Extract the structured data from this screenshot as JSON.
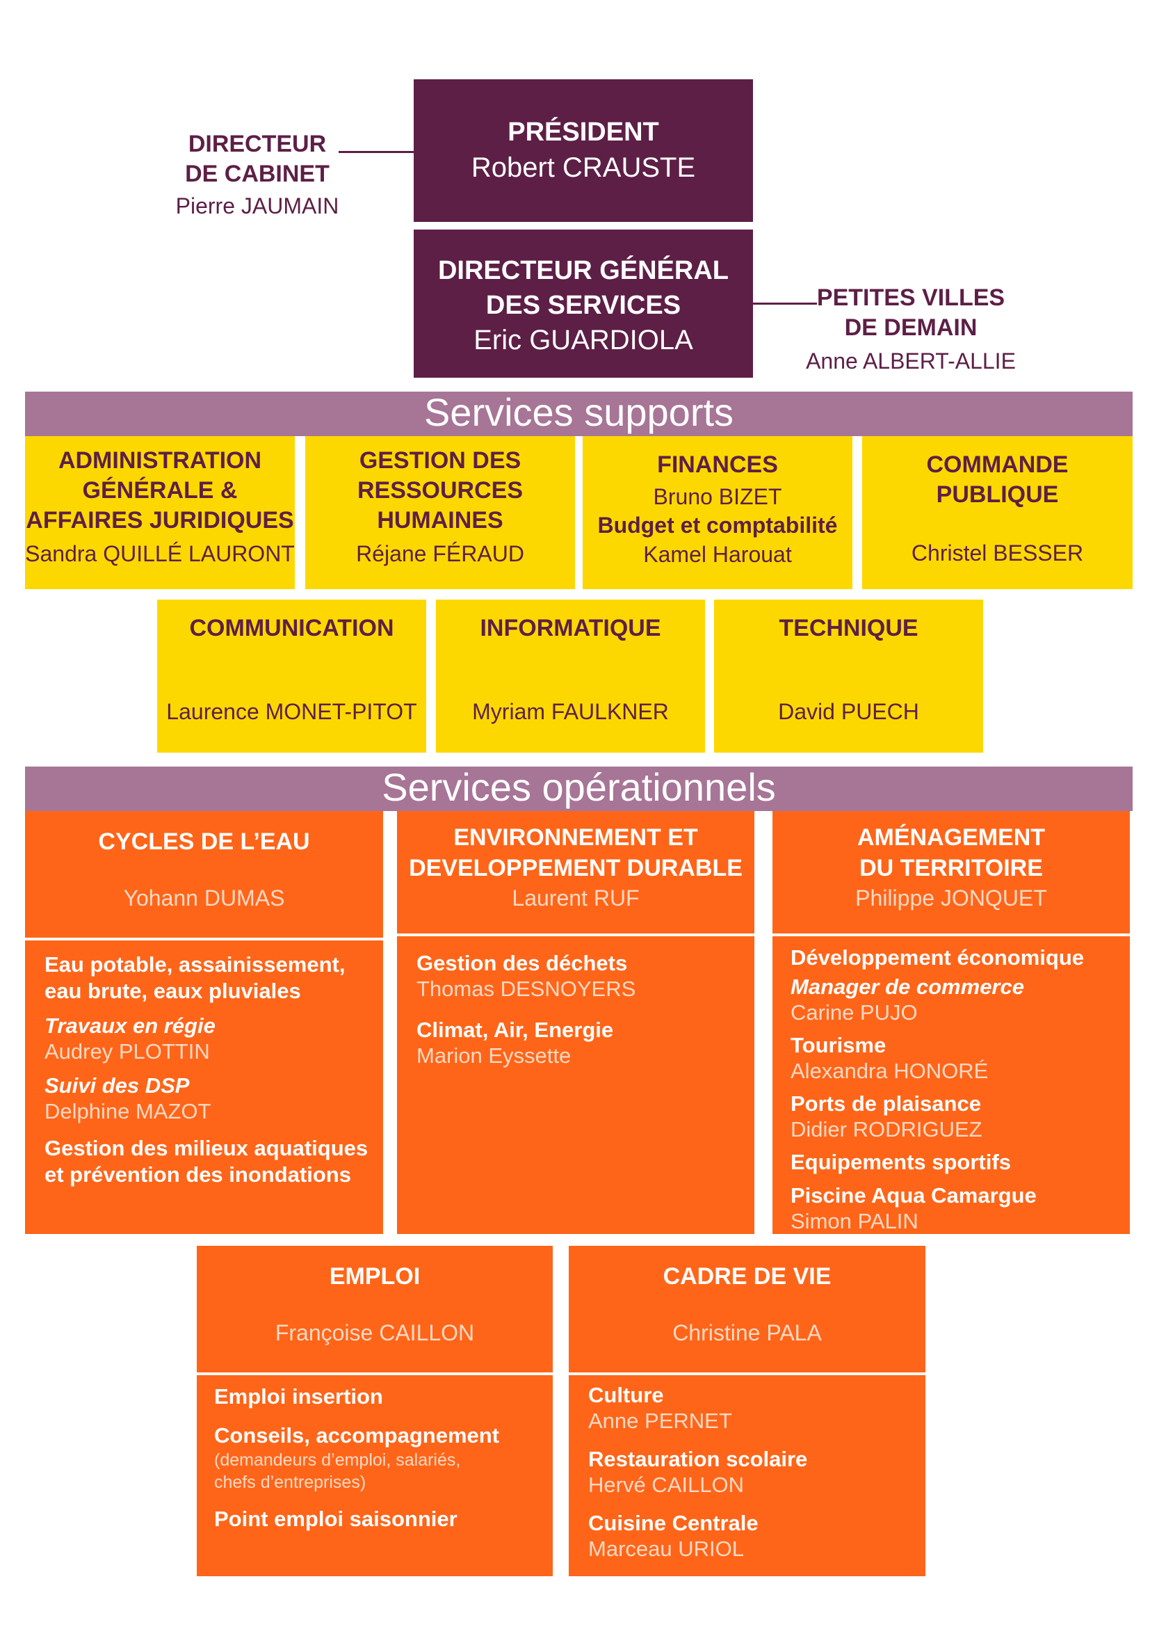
{
  "president": {
    "title": "PRÉSIDENT",
    "name": "Robert CRAUSTE"
  },
  "dgs": {
    "title_line1": "DIRECTEUR GÉNÉRAL",
    "title_line2": "DES SERVICES",
    "name": "Eric GUARDIOLA"
  },
  "cabinet": {
    "title_line1": "DIRECTEUR",
    "title_line2": "DE CABINET",
    "name": "Pierre JAUMAIN"
  },
  "pvd": {
    "title_line1": "PETITES VILLES",
    "title_line2": "DE DEMAIN",
    "name": "Anne ALBERT-ALLIE"
  },
  "supports_band": "Services supports",
  "supports": [
    {
      "title_lines": [
        "ADMINISTRATION",
        "GÉNÉRALE &",
        "AFFAIRES JURIDIQUES"
      ],
      "name": "Sandra QUILLÉ LAURONT"
    },
    {
      "title_lines": [
        "GESTION DES",
        "RESSOURCES",
        "HUMAINES"
      ],
      "name": "Réjane FÉRAUD"
    },
    {
      "title": "FINANCES",
      "name": "Bruno BIZET",
      "sub_title": "Budget et comptabilité",
      "sub_name": "Kamel Harouat"
    },
    {
      "title_lines": [
        "COMMANDE",
        "PUBLIQUE"
      ],
      "name": "Christel BESSER"
    },
    {
      "title": "COMMUNICATION",
      "name": "Laurence MONET-PITOT"
    },
    {
      "title": "INFORMATIQUE",
      "name": "Myriam FAULKNER"
    },
    {
      "title": "TECHNIQUE",
      "name": "David PUECH"
    }
  ],
  "ops_band": "Services opérationnels",
  "ops": {
    "eau": {
      "title_lines": [
        "CYCLES DE L’EAU"
      ],
      "name": "Yohann DUMAS",
      "items": [
        {
          "label_lines": [
            "Eau potable, assainissement,",
            "eau brute, eaux pluviales"
          ]
        },
        {
          "label": "Travaux en régie",
          "person": "Audrey PLOTTIN"
        },
        {
          "label": "Suivi des DSP",
          "person": "Delphine MAZOT"
        },
        {
          "label_lines": [
            "Gestion des milieux aquatiques",
            "et prévention des inondations"
          ]
        }
      ]
    },
    "env": {
      "title_lines": [
        "ENVIRONNEMENT ET",
        "DEVELOPPEMENT DURABLE"
      ],
      "name": "Laurent RUF",
      "items": [
        {
          "label": "Gestion des déchets",
          "person": "Thomas DESNOYERS"
        },
        {
          "label": "Climat, Air, Energie",
          "person": "Marion Eyssette"
        }
      ]
    },
    "amenagement": {
      "title_lines": [
        "AMÉNAGEMENT",
        "DU TERRITOIRE"
      ],
      "name": "Philippe JONQUET",
      "items": [
        {
          "label": "Développement économique"
        },
        {
          "label": "Manager de commerce",
          "person": "Carine PUJO"
        },
        {
          "label": "Tourisme",
          "person": "Alexandra HONORÉ"
        },
        {
          "label": "Ports de plaisance",
          "person": "Didier RODRIGUEZ"
        },
        {
          "label": "Equipements sportifs"
        },
        {
          "label": "Piscine Aqua Camargue",
          "person": "Simon PALIN"
        }
      ]
    },
    "emploi": {
      "title": "EMPLOI",
      "name": "Françoise CAILLON",
      "items": [
        {
          "label": "Emploi insertion"
        },
        {
          "label": "Conseils, accompagnement",
          "note_lines": [
            "(demandeurs d’emploi, salariés,",
            "chefs d’entreprises)"
          ]
        },
        {
          "label": "Point emploi saisonnier"
        }
      ]
    },
    "cadre": {
      "title": "CADRE DE VIE",
      "name": "Christine PALA",
      "items": [
        {
          "label": "Culture",
          "person": "Anne PERNET"
        },
        {
          "label": "Restauration scolaire",
          "person": "Hervé CAILLON"
        },
        {
          "label": "Cuisine Centrale",
          "person": "Marceau URIOL"
        }
      ]
    }
  }
}
